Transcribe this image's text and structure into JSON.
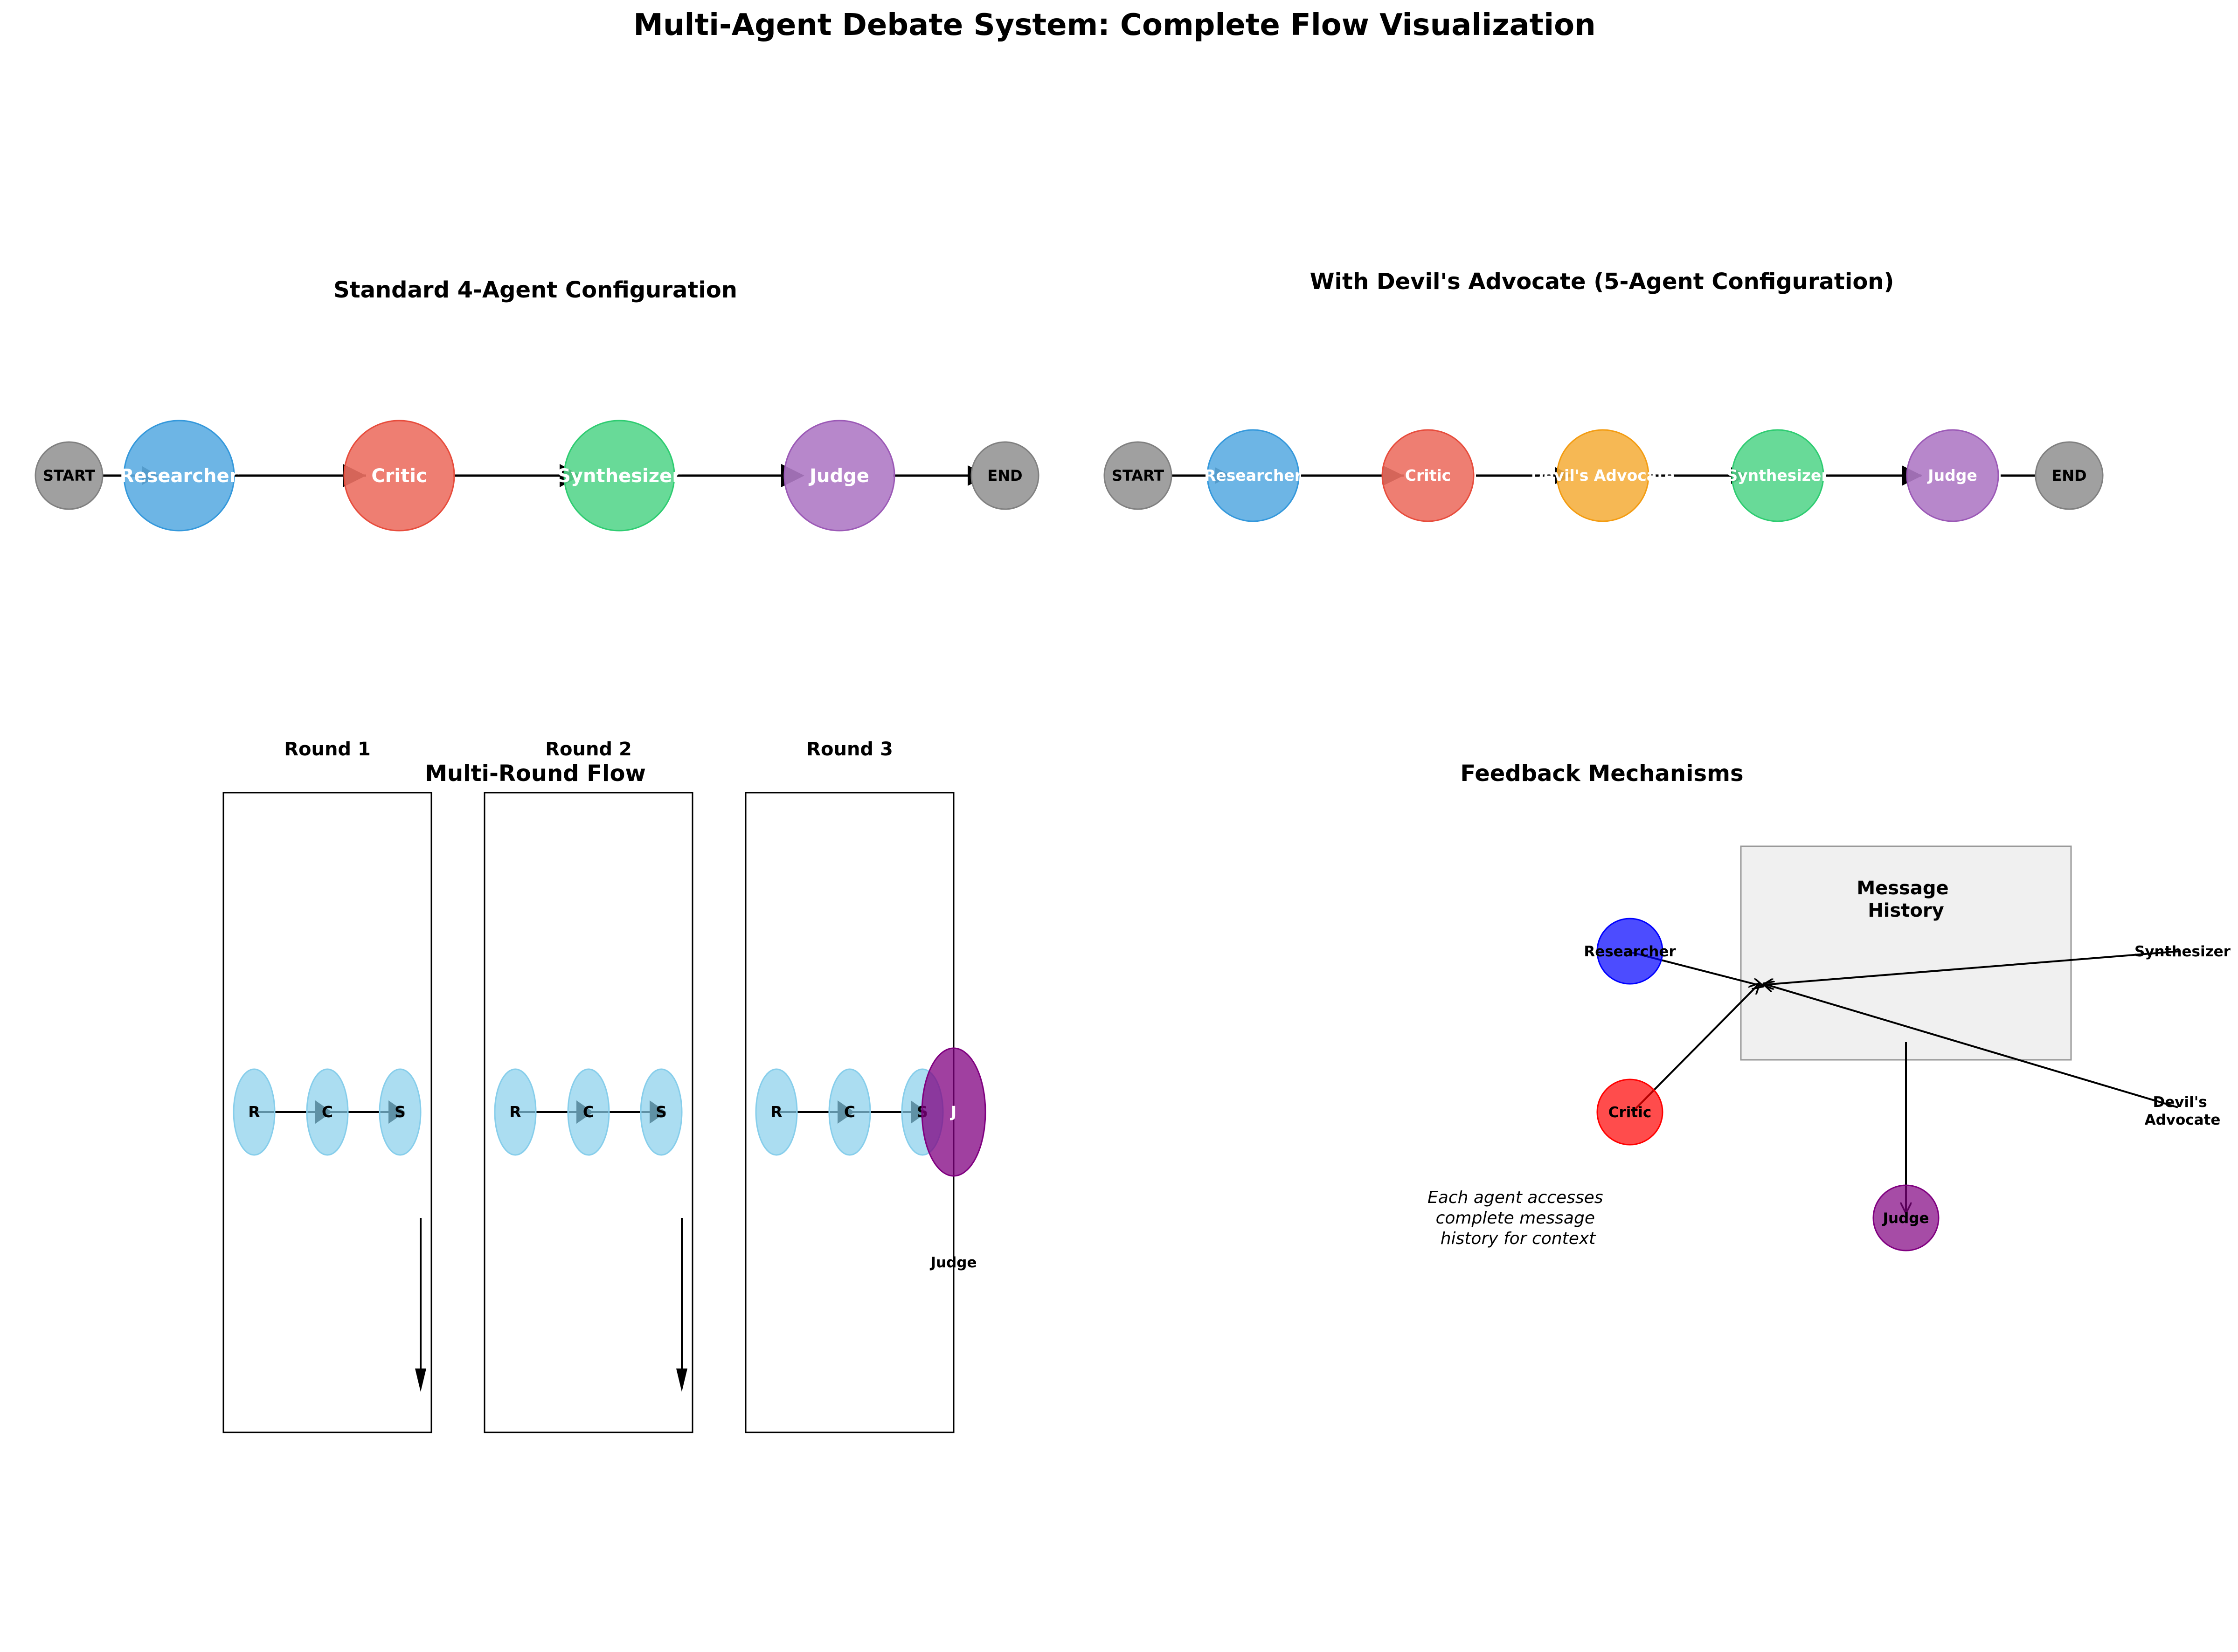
{
  "main_title": "Multi-Agent Debate System: Complete Flow Visualization",
  "colors": {
    "gray": "#a0a0a0",
    "researcher": "#5dade2",
    "critic": "#ec7063",
    "synthesizer": "#58d68d",
    "judge": "#af7ac5",
    "devils_advocate": "#f5b041",
    "round_node": "#87ceeb",
    "round_judge": "#800080",
    "fb_researcher": "#0000ff",
    "fb_critic": "#ff0000",
    "fb_judge": "#800080",
    "history_box": "#f0f0f0"
  },
  "standard": {
    "title": "Standard 4-Agent Configuration",
    "nodes": [
      "START",
      "Researcher",
      "Critic",
      "Synthesizer",
      "Judge",
      "END"
    ]
  },
  "devils": {
    "title": "With Devil's Advocate (5-Agent Configuration)",
    "nodes": [
      "START",
      "Researcher",
      "Critic",
      "Devil's Advocate",
      "Synthesizer",
      "Judge",
      "END"
    ]
  },
  "multi_round": {
    "title": "Multi-Round Flow",
    "rounds": [
      "Round 1",
      "Round 2",
      "Round 3"
    ],
    "node_labels": [
      "R",
      "C",
      "S"
    ],
    "judge_letter": "J",
    "judge_label": "Judge"
  },
  "feedback": {
    "title": "Feedback Mechanisms",
    "history_label": "Message\nHistory",
    "agents": {
      "researcher": "Researcher",
      "critic": "Critic",
      "judge": "Judge",
      "synthesizer": "Synthesizer",
      "devils_advocate": "Devil's\nAdvocate"
    },
    "note": "Each agent accesses\ncomplete message\nhistory for context"
  }
}
